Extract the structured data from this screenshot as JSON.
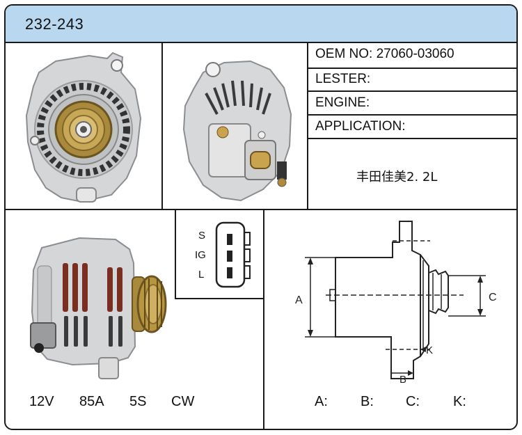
{
  "header": {
    "model": "232-243"
  },
  "info": {
    "oem": "OEM NO: 27060-03060",
    "lester": "LESTER:",
    "engine": "ENGINE:",
    "application": "APPLICATION:",
    "application_value": "丰田佳美2. 2L"
  },
  "connector": {
    "pins": [
      "S",
      "IG",
      "L"
    ]
  },
  "specs": {
    "voltage": "12V",
    "amperage": "85A",
    "grooves": "5S",
    "rotation": "CW"
  },
  "dimensions": {
    "diagram_labels": {
      "a": "A",
      "b": "B",
      "c": "C",
      "k": "K"
    },
    "fields": [
      "A:",
      "B:",
      "C:",
      "K:"
    ]
  },
  "colors": {
    "header_bg": "#b9d8ef",
    "border": "#1a1a1a"
  }
}
